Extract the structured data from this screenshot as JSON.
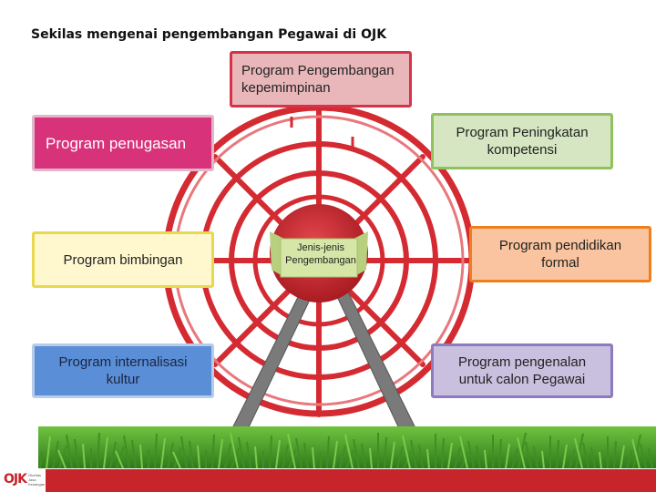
{
  "title": "Sekilas mengenai pengembangan Pegawai di OJK",
  "center": {
    "line1": "Jenis-jenis",
    "line2": "Pengembangan"
  },
  "boxes": {
    "kepemimpinan": {
      "line1": "Program Pengembangan",
      "line2": "kepemimpinan"
    },
    "penugasan": {
      "line1": "Program penugasan"
    },
    "kompetensi": {
      "line1": "Program Peningkatan",
      "line2": "kompetensi"
    },
    "bimbingan": {
      "line1": "Program bimbingan"
    },
    "pendidikan": {
      "line1": "Program pendidikan",
      "line2": "formal"
    },
    "internalisasi": {
      "line1": "Program internalisasi",
      "line2": "kultur"
    },
    "pengenalan": {
      "line1": "Program pengenalan",
      "line2": "untuk calon Pegawai"
    }
  },
  "logo": {
    "text": "OJK",
    "sub": "Otoritas Jasa Keuangan"
  },
  "colors": {
    "wheel": "#d42a32",
    "hub": "#c9252c",
    "ribbon": "#d5e6a7",
    "grass": "#4f9a2a",
    "stand": "#7a7a7a"
  }
}
